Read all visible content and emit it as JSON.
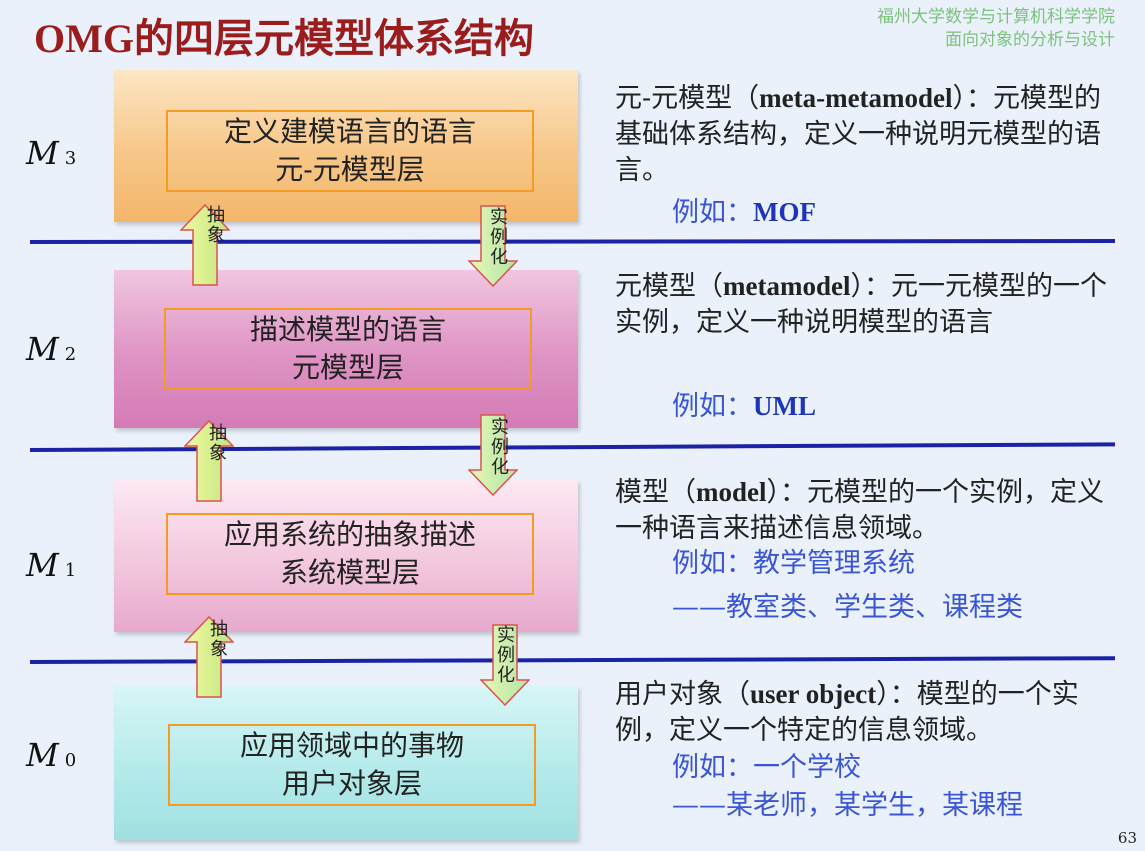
{
  "title": {
    "latin": "OMG",
    "rest": "的四层元模型体系结构"
  },
  "school": [
    "福州大学数学与计算机科学学院",
    "面向对象的分析与设计"
  ],
  "layers": [
    {
      "m": "M",
      "sub": "3",
      "inner": [
        "定义建模语言的语言",
        "元-元模型层"
      ]
    },
    {
      "m": "M",
      "sub": "2",
      "inner": [
        "描述模型的语言",
        "元模型层"
      ]
    },
    {
      "m": "M",
      "sub": "1",
      "inner": [
        "应用系统的抽象描述",
        "系统模型层"
      ]
    },
    {
      "m": "M",
      "sub": "0",
      "inner": [
        "应用领域中的事物",
        "用户对象层"
      ]
    }
  ],
  "arrows": {
    "up_label": "抽象",
    "down_label": "实例化"
  },
  "descriptions": {
    "m3": {
      "a": "元-元模型（",
      "latin": "meta-metamodel",
      "b": "）：元模型的基础体系结构，定义一种说明元模型的语言。",
      "eg_prefix": "例如：",
      "eg_value": "MOF"
    },
    "m2": {
      "a": "元模型（",
      "latin": "metamodel",
      "b": "）：元一元模型的一个实例，定义一种说明模型的语言",
      "eg_prefix": "例如：",
      "eg_value": "UML"
    },
    "m1": {
      "a": "模型（",
      "latin": "model",
      "b": "）：元模型的一个实例，定义一种语言来描述信息领域。",
      "eg_line1": "例如：教学管理系统",
      "eg_line2": "——教室类、学生类、课程类"
    },
    "m0": {
      "a": "用户对象（",
      "latin": "user object",
      "b": "）：模型的一个实例，定义一个特定的信息领域。",
      "eg_line1": "例如：一个学校",
      "eg_line2": "——某老师，某学生，某课程"
    }
  },
  "page_number": "63",
  "colors": {
    "title": "#9b1c1c",
    "school": "#7cc27c",
    "separator": "#1b22a6",
    "inner_border": "#f39b24",
    "example": "#3b56d4"
  }
}
